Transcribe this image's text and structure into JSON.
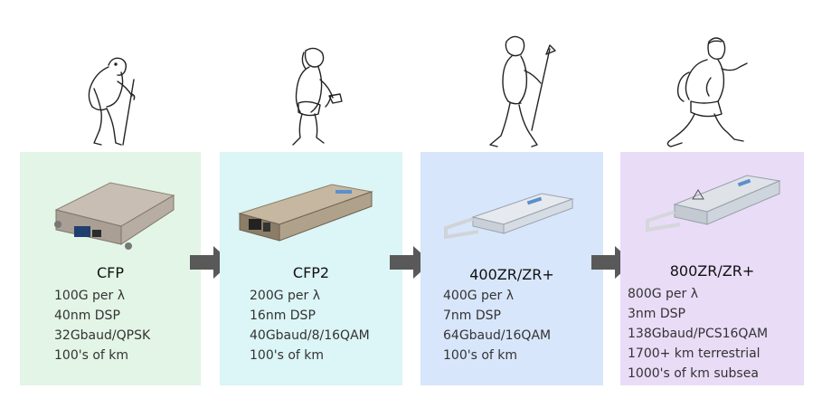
{
  "colors": {
    "card1": "#e3f5e6",
    "card2": "#dcf5f6",
    "card3": "#d8e6fb",
    "card4": "#e9dcf7",
    "arrow": "#595959"
  },
  "stages": [
    {
      "title": "CFP",
      "figure_icon": "ape-with-stick-icon",
      "module_icon": "cfp-module-icon",
      "specs": [
        "100G per λ",
        "40nm DSP",
        "32Gbaud/QPSK",
        "100's of km"
      ]
    },
    {
      "title": "CFP2",
      "figure_icon": "caveman-with-tool-icon",
      "module_icon": "cfp2-module-icon",
      "specs": [
        "200G per λ",
        "16nm DSP",
        "40Gbaud/8/16QAM",
        "100's of km"
      ]
    },
    {
      "title": "400ZR/ZR+",
      "figure_icon": "early-human-with-spear-icon",
      "module_icon": "qsfp-dd-module-icon",
      "specs": [
        "400G per λ",
        "7nm DSP",
        "64Gbaud/16QAM",
        "100's of km"
      ]
    },
    {
      "title": "800ZR/ZR+",
      "figure_icon": "modern-runner-icon",
      "module_icon": "osfp-module-icon",
      "specs": [
        "800G per λ",
        "3nm DSP",
        "138Gbaud/PCS16QAM",
        "1700+ km terrestrial",
        "1000's of km subsea"
      ]
    }
  ]
}
